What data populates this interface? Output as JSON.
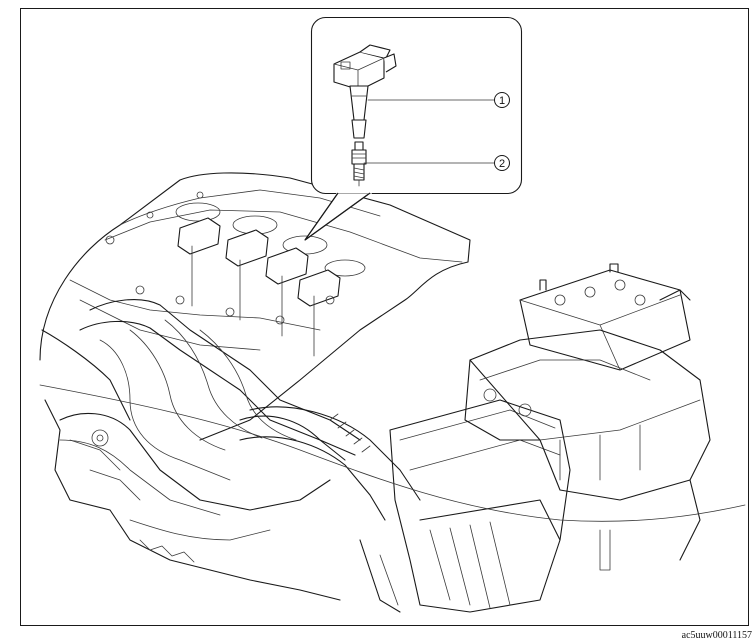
{
  "callouts": [
    {
      "label": "1",
      "part": "ignition coil"
    },
    {
      "label": "2",
      "part": "spark plug"
    }
  ],
  "figure_code": "ac5uuw00011157",
  "colors": {
    "line": "#1a1a1a",
    "background": "#ffffff"
  }
}
